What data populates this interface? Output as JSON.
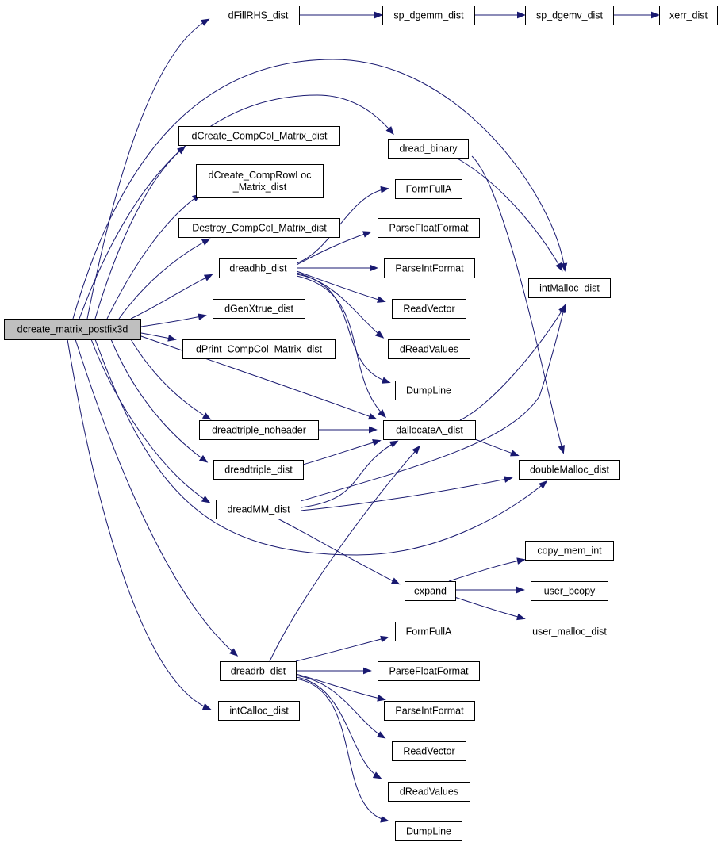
{
  "colors": {
    "edge": "#191970",
    "root_fill": "#bfbfbf",
    "node_fill": "#ffffff",
    "node_stroke": "#000000"
  },
  "nodes": {
    "root": {
      "label": "dcreate_matrix_postfix3d"
    },
    "dFillRHS": {
      "label": "dFillRHS_dist"
    },
    "sp_dgemm": {
      "label": "sp_dgemm_dist"
    },
    "sp_dgemv": {
      "label": "sp_dgemv_dist"
    },
    "xerr": {
      "label": "xerr_dist"
    },
    "dCreateCompCol": {
      "label": "dCreate_CompCol_Matrix_dist"
    },
    "dCreateCompRowLoc": {
      "label": "dCreate_CompRowLoc\n_Matrix_dist"
    },
    "destroyCompCol": {
      "label": "Destroy_CompCol_Matrix_dist"
    },
    "dreadhb": {
      "label": "dreadhb_dist"
    },
    "dGenXtrue": {
      "label": "dGenXtrue_dist"
    },
    "dPrintCompCol": {
      "label": "dPrint_CompCol_Matrix_dist"
    },
    "dreadtripleNoheader": {
      "label": "dreadtriple_noheader"
    },
    "dreadtriple": {
      "label": "dreadtriple_dist"
    },
    "dreadMM": {
      "label": "dreadMM_dist"
    },
    "dreadrb": {
      "label": "dreadrb_dist"
    },
    "intCalloc": {
      "label": "intCalloc_dist"
    },
    "dreadBinary": {
      "label": "dread_binary"
    },
    "formFullA1": {
      "label": "FormFullA"
    },
    "parseFloat1": {
      "label": "ParseFloatFormat"
    },
    "parseInt1": {
      "label": "ParseIntFormat"
    },
    "readVector1": {
      "label": "ReadVector"
    },
    "dReadValues1": {
      "label": "dReadValues"
    },
    "dumpLine1": {
      "label": "DumpLine"
    },
    "dallocateA": {
      "label": "dallocateA_dist"
    },
    "expand": {
      "label": "expand"
    },
    "formFullA2": {
      "label": "FormFullA"
    },
    "parseFloat2": {
      "label": "ParseFloatFormat"
    },
    "parseInt2": {
      "label": "ParseIntFormat"
    },
    "readVector2": {
      "label": "ReadVector"
    },
    "dReadValues2": {
      "label": "dReadValues"
    },
    "dumpLine2": {
      "label": "DumpLine"
    },
    "intMalloc": {
      "label": "intMalloc_dist"
    },
    "doubleMalloc": {
      "label": "doubleMalloc_dist"
    },
    "copyMemInt": {
      "label": "copy_mem_int"
    },
    "userBcopy": {
      "label": "user_bcopy"
    },
    "userMalloc": {
      "label": "user_malloc_dist"
    }
  },
  "edges": [
    [
      "root",
      "dFillRHS"
    ],
    [
      "dFillRHS",
      "sp_dgemm"
    ],
    [
      "sp_dgemm",
      "sp_dgemv"
    ],
    [
      "sp_dgemv",
      "xerr"
    ],
    [
      "root",
      "intMalloc"
    ],
    [
      "root",
      "dreadBinary"
    ],
    [
      "root",
      "dCreateCompCol"
    ],
    [
      "root",
      "dCreateCompRowLoc"
    ],
    [
      "root",
      "destroyCompCol"
    ],
    [
      "root",
      "dreadhb"
    ],
    [
      "root",
      "dGenXtrue"
    ],
    [
      "root",
      "dPrintCompCol"
    ],
    [
      "root",
      "dallocateA"
    ],
    [
      "root",
      "dreadtripleNoheader"
    ],
    [
      "root",
      "dreadtriple"
    ],
    [
      "root",
      "dreadMM"
    ],
    [
      "root",
      "doubleMalloc"
    ],
    [
      "root",
      "dreadrb"
    ],
    [
      "root",
      "intCalloc"
    ],
    [
      "dreadBinary",
      "intMalloc"
    ],
    [
      "dreadBinary",
      "doubleMalloc"
    ],
    [
      "dreadhb",
      "formFullA1"
    ],
    [
      "dreadhb",
      "parseFloat1"
    ],
    [
      "dreadhb",
      "parseInt1"
    ],
    [
      "dreadhb",
      "readVector1"
    ],
    [
      "dreadhb",
      "dReadValues1"
    ],
    [
      "dreadhb",
      "dumpLine1"
    ],
    [
      "dreadhb",
      "dallocateA"
    ],
    [
      "dreadtripleNoheader",
      "dallocateA"
    ],
    [
      "dreadtriple",
      "dallocateA"
    ],
    [
      "dreadMM",
      "dallocateA"
    ],
    [
      "dreadMM",
      "doubleMalloc"
    ],
    [
      "dreadMM",
      "intMalloc"
    ],
    [
      "dreadMM",
      "expand"
    ],
    [
      "dallocateA",
      "intMalloc"
    ],
    [
      "dallocateA",
      "doubleMalloc"
    ],
    [
      "expand",
      "copyMemInt"
    ],
    [
      "expand",
      "userBcopy"
    ],
    [
      "expand",
      "userMalloc"
    ],
    [
      "dreadrb",
      "formFullA2"
    ],
    [
      "dreadrb",
      "parseFloat2"
    ],
    [
      "dreadrb",
      "parseInt2"
    ],
    [
      "dreadrb",
      "readVector2"
    ],
    [
      "dreadrb",
      "dReadValues2"
    ],
    [
      "dreadrb",
      "dumpLine2"
    ],
    [
      "dreadrb",
      "dallocateA"
    ]
  ]
}
